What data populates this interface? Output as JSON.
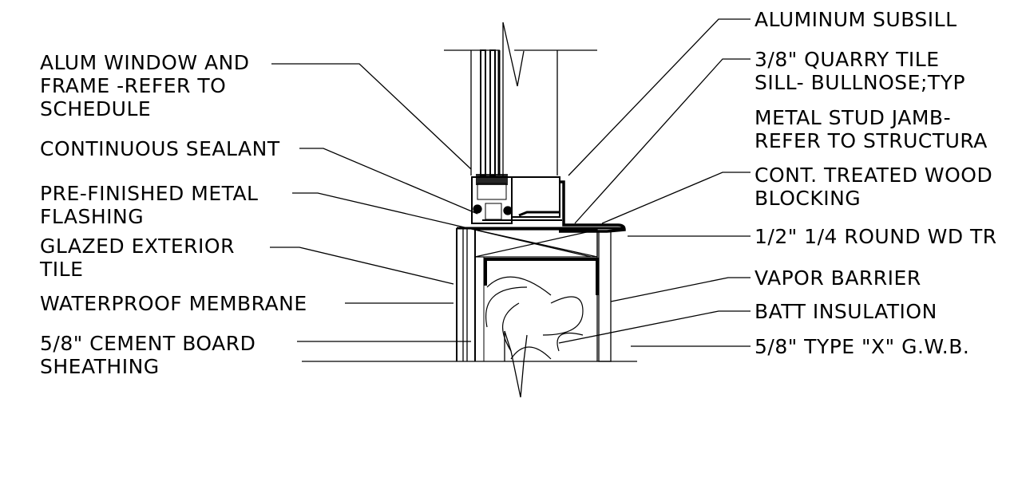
{
  "left_labels": [
    {
      "id": "alum-window",
      "lines": [
        "ALUM WINDOW AND",
        "FRAME -REFER TO",
        "SCHEDULE"
      ]
    },
    {
      "id": "continuous-sealant",
      "lines": [
        "CONTINUOUS SEALANT"
      ]
    },
    {
      "id": "metal-flashing",
      "lines": [
        "PRE-FINISHED METAL",
        "FLASHING"
      ]
    },
    {
      "id": "exterior-tile",
      "lines": [
        "GLAZED EXTERIOR",
        "TILE"
      ]
    },
    {
      "id": "waterproof-membrane",
      "lines": [
        "WATERPROOF MEMBRANE"
      ]
    },
    {
      "id": "cement-board",
      "lines": [
        "5/8\" CEMENT BOARD",
        "SHEATHING"
      ]
    }
  ],
  "right_labels": [
    {
      "id": "aluminum-subsill",
      "lines": [
        "ALUMINUM SUBSILL"
      ]
    },
    {
      "id": "quarry-tile",
      "lines": [
        "3/8\" QUARRY TILE",
        "SILL- BULLNOSE;TYP"
      ]
    },
    {
      "id": "metal-stud-jamb",
      "lines": [
        "METAL STUD JAMB-",
        "REFER TO STRUCTURA"
      ]
    },
    {
      "id": "wood-blocking",
      "lines": [
        "CONT. TREATED WOOD",
        "BLOCKING"
      ]
    },
    {
      "id": "round-trim",
      "lines": [
        "1/2\" 1/4 ROUND WD TR"
      ]
    },
    {
      "id": "vapor-barrier",
      "lines": [
        "VAPOR BARRIER"
      ]
    },
    {
      "id": "batt-insulation",
      "lines": [
        "BATT INSULATION"
      ]
    },
    {
      "id": "gwb",
      "lines": [
        "5/8\" TYPE \"X\" G.W.B."
      ]
    }
  ],
  "colors": {
    "ink": "#000000",
    "background": "#ffffff"
  }
}
